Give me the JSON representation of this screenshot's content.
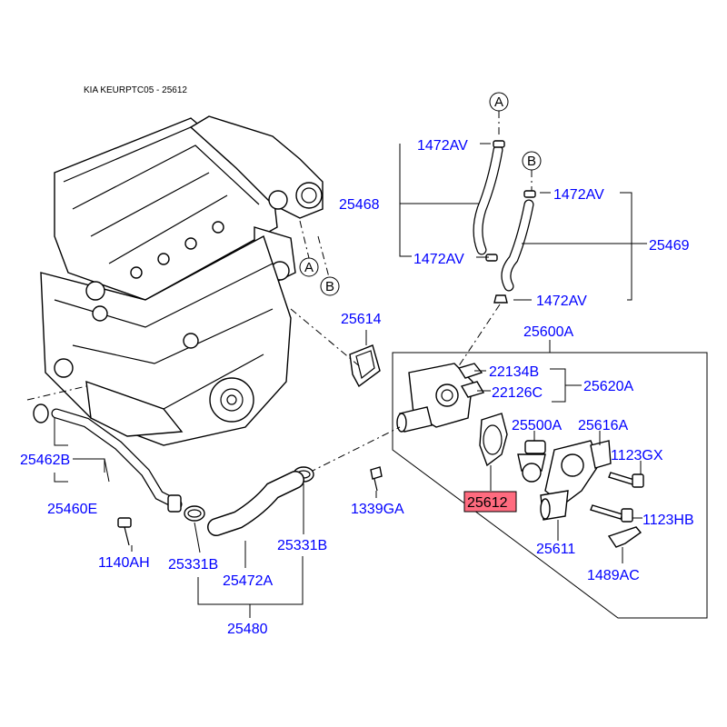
{
  "title": "KIA KEURPTC05 - 25612",
  "highlight_color": "#ff6b7f",
  "label_color": "#0000ff",
  "callouts": {
    "a": "A",
    "b": "B"
  },
  "labels": {
    "p1472av_1": "1472AV",
    "p1472av_2": "1472AV",
    "p1472av_3": "1472AV",
    "p1472av_4": "1472AV",
    "p25468": "25468",
    "p25469": "25469",
    "p25614": "25614",
    "p25600a": "25600A",
    "p22134b": "22134B",
    "p22126c": "22126C",
    "p25620a": "25620A",
    "p25500a": "25500A",
    "p25616a": "25616A",
    "p1123gx": "1123GX",
    "p25612": "25612",
    "p1123hb": "1123HB",
    "p25611": "25611",
    "p1489ac": "1489AC",
    "p1339ga": "1339GA",
    "p25462b": "25462B",
    "p25460e": "25460E",
    "p1140ah": "1140AH",
    "p25331b_1": "25331B",
    "p25331b_2": "25331B",
    "p25472a": "25472A",
    "p25480": "25480"
  }
}
